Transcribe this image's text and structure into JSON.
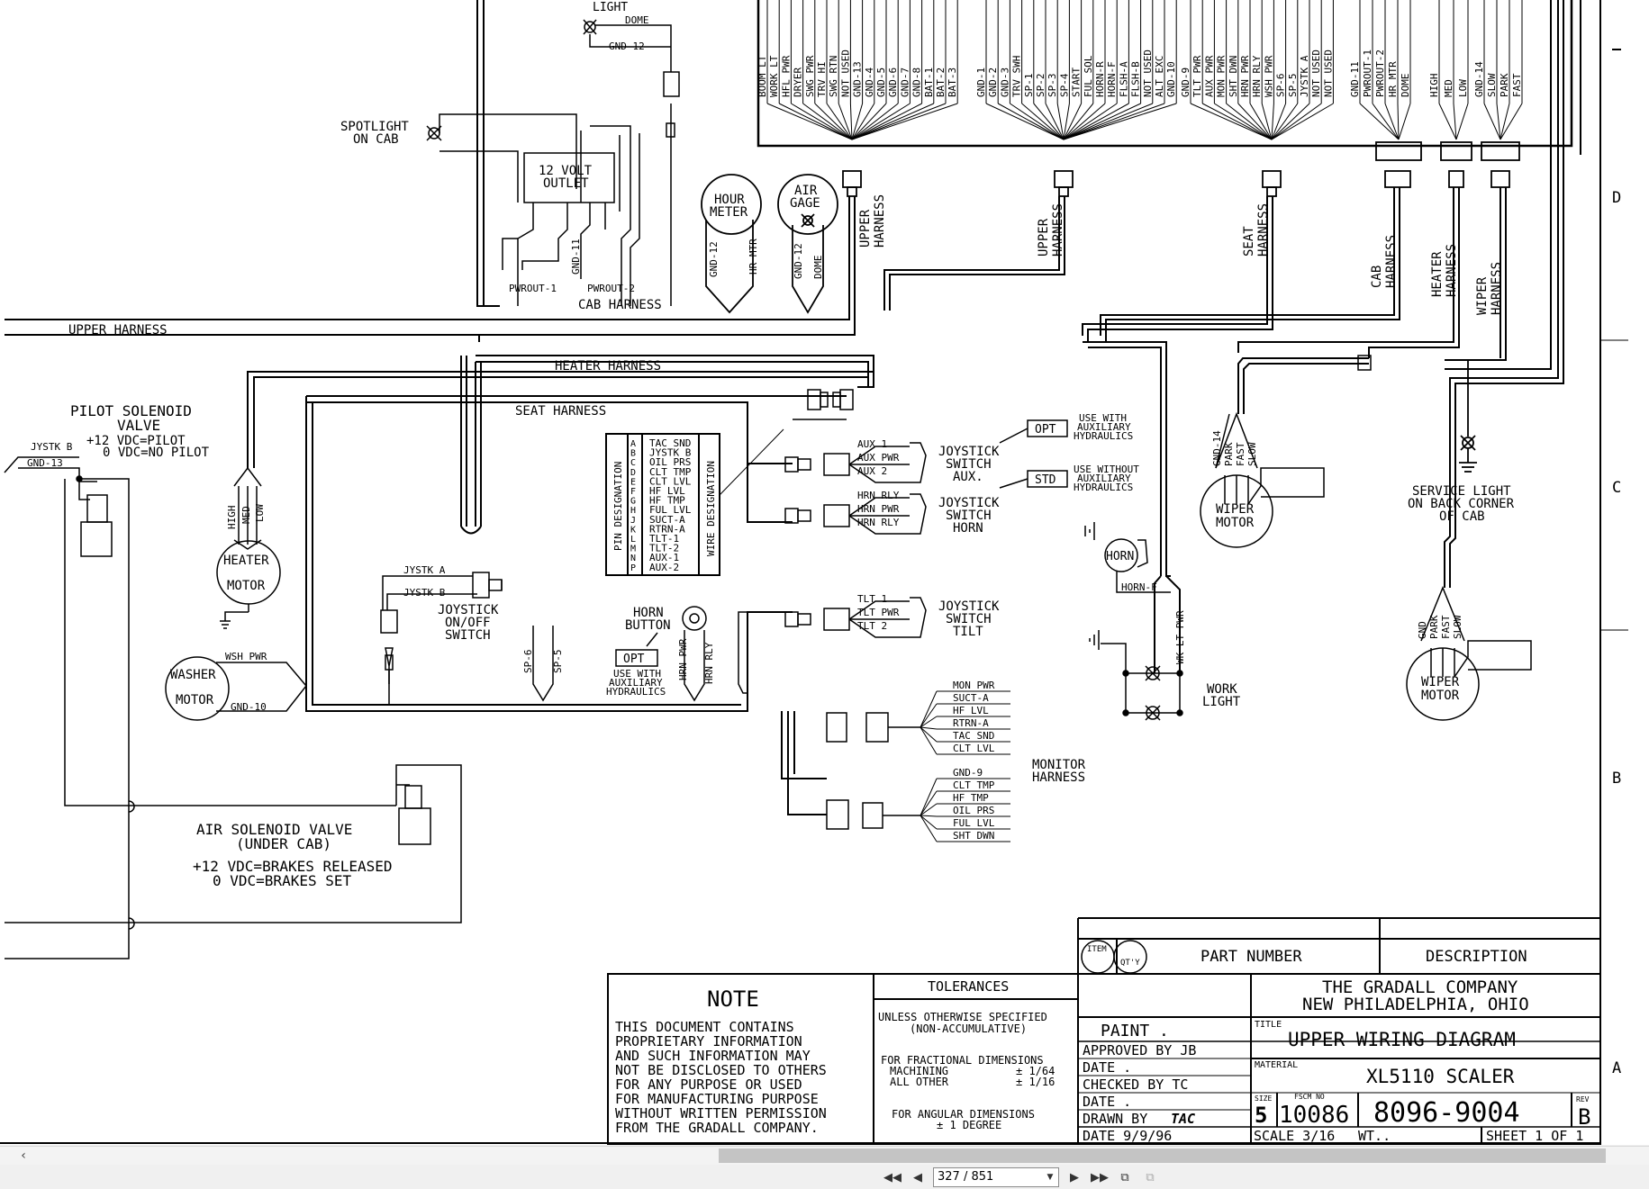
{
  "top_labels": {
    "light": "LIGHT",
    "dome": "DOME",
    "gnd12": "GND-12"
  },
  "cab_items": {
    "spotlight": [
      "SPOTLIGHT",
      "ON CAB"
    ],
    "outlet": [
      "12 VOLT",
      "OUTLET"
    ],
    "pwrout1": "PWROUT-1",
    "pwrout2": "PWROUT-2",
    "gnd11": "GND-11",
    "cab_harness": "CAB HARNESS",
    "hour_meter": [
      "HOUR",
      "METER"
    ],
    "hm_gnd": "GND-12",
    "hm_mtr": "HR MTR",
    "air_gage": [
      "AIR",
      "GAGE"
    ],
    "ag_gnd": "GND-12",
    "ag_dome": "DOME"
  },
  "connector_wires": {
    "c1": [
      "BOOM LT",
      "WORK LT",
      "HFL PWR",
      "DRYER",
      "SWG PWR",
      "TRV HI",
      "SWG RTN",
      "NOT USED",
      "GND-13",
      "GND-4",
      "GND-5",
      "GND-6",
      "GND-7",
      "GND-8",
      "BAT-1",
      "BAT-2",
      "BAT-3"
    ],
    "c2": [
      "GND-1",
      "GND-2",
      "GND-3",
      "TRV SWH",
      "SP-1",
      "SP-2",
      "SP-3",
      "SP-4",
      "START",
      "FUL SOL",
      "HORN-R",
      "HORN-F",
      "FLSH-A",
      "FLSH-B",
      "NOT USED",
      "ALT EXC",
      "GND-10"
    ],
    "c3": [
      "GND-9",
      "TLT PWR",
      "AUX PWR",
      "MON PWR",
      "SHT DWN",
      "HRN PWR",
      "HRN RLY",
      "WSH PWR",
      "SP-6",
      "SP-5",
      "JYSTK A",
      "NOT USED",
      "NOT USED"
    ],
    "c4": [
      "GND-11",
      "PWROUT-1",
      "PWROUT-2",
      "HR MTR",
      "DOME"
    ],
    "c5": [
      "HIGH",
      "MED",
      "LOW"
    ],
    "c6": [
      "GND-14",
      "SLOW",
      "PARK",
      "FAST"
    ]
  },
  "harness_labels": {
    "upper1": [
      "UPPER",
      "HARNESS"
    ],
    "upper2": [
      "UPPER",
      "HARNESS"
    ],
    "seat": [
      "SEAT",
      "HARNESS"
    ],
    "cab": [
      "CAB",
      "HARNESS"
    ],
    "heater": [
      "HEATER",
      "HARNESS"
    ],
    "wiper": [
      "WIPER",
      "HARNESS"
    ],
    "upper_h": "UPPER HARNESS",
    "heater_h": "HEATER HARNESS",
    "seat_h": "SEAT HARNESS"
  },
  "zones": [
    "D",
    "C",
    "B",
    "A"
  ],
  "pilot": [
    "PILOT SOLENOID",
    "VALVE",
    "+12 VDC=PILOT",
    "0 VDC=NO PILOT"
  ],
  "pilot_wires": {
    "jystk_b": "JYSTK B",
    "gnd13": "GND-13"
  },
  "heater_motor": {
    "title": [
      "HEATER",
      "MOTOR"
    ],
    "wires": [
      "HIGH",
      "MED",
      "LOW"
    ]
  },
  "washer_motor": {
    "title": [
      "WASHER",
      "MOTOR"
    ],
    "wsh_pwr": "WSH PWR",
    "gnd10": "GND-10"
  },
  "joystick_switch": {
    "jystk_a": "JYSTK A",
    "jystk_b": "JYSTK B",
    "label": [
      "JOYSTICK",
      "ON/OFF",
      "SWITCH"
    ]
  },
  "sp_wires": [
    "SP-6",
    "SP-5"
  ],
  "pin_table": {
    "left_label": "PIN DESIGNATION",
    "right_label": "WIRE DESIGNATION",
    "pins": [
      "A",
      "B",
      "C",
      "D",
      "E",
      "F",
      "G",
      "H",
      "J",
      "K",
      "L",
      "M",
      "N",
      "P"
    ],
    "wires": [
      "TAC SND",
      "JYSTK B",
      "OIL PRS",
      "CLT TMP",
      "CLT LVL",
      "HF LVL",
      "HF TMP",
      "FUL LVL",
      "SUCT-A",
      "RTRN-A",
      "TLT-1",
      "TLT-2",
      "AUX-1",
      "AUX-2"
    ]
  },
  "horn_button": {
    "label": [
      "HORN",
      "BUTTON"
    ],
    "opt": "OPT",
    "note": [
      "USE WITH",
      "AUXILIARY",
      "HYDRAULICS"
    ],
    "w1": "HRN PWR",
    "w2": "HRN RLY"
  },
  "joystick_aux": {
    "wires": [
      "AUX 1",
      "AUX PWR",
      "AUX 2"
    ],
    "label": [
      "JOYSTICK",
      "SWITCH",
      "AUX."
    ]
  },
  "joystick_horn": {
    "wires": [
      "HRN RLY",
      "HRN PWR",
      "HRN RLY"
    ],
    "label": [
      "JOYSTICK",
      "SWITCH",
      "HORN"
    ]
  },
  "joystick_tilt": {
    "wires": [
      "TLT 1",
      "TLT PWR",
      "TLT 2"
    ],
    "label": [
      "JOYSTICK",
      "SWITCH",
      "TILT"
    ]
  },
  "opt_box": {
    "tag": "OPT",
    "note": [
      "USE WITH",
      "AUXILIARY",
      "HYDRAULICS"
    ]
  },
  "std_box": {
    "tag": "STD",
    "note": [
      "USE WITHOUT",
      "AUXILIARY",
      "HYDRAULICS"
    ]
  },
  "horn": {
    "label": "HORN",
    "wire": "HORN-F"
  },
  "work_light": {
    "wire": "WK LT PWR",
    "label": [
      "WORK",
      "LIGHT"
    ]
  },
  "monitor": {
    "wires1": [
      "MON PWR",
      "SUCT-A",
      "HF LVL",
      "RTRN-A",
      "TAC SND",
      "CLT LVL"
    ],
    "wires2": [
      "GND-9",
      "CLT TMP",
      "HF TMP",
      "OIL PRS",
      "FUL LVL",
      "SHT DWN"
    ],
    "label": [
      "MONITOR",
      "HARNESS"
    ]
  },
  "wiper1": {
    "wires": [
      "GND-14",
      "PARK",
      "FAST",
      "SLOW"
    ],
    "label": [
      "WIPER",
      "MOTOR"
    ]
  },
  "wiper2": {
    "wires": [
      "GND",
      "PARK",
      "FAST",
      "SLOW"
    ],
    "label": [
      "WIPER",
      "MOTOR"
    ]
  },
  "service_light": [
    "SERVICE LIGHT",
    "ON BACK CORNER",
    "OF CAB"
  ],
  "air_solenoid": [
    "AIR SOLENOID VALVE",
    "(UNDER CAB)",
    "+12 VDC=BRAKES RELEASED",
    "0 VDC=BRAKES SET"
  ],
  "title_block": {
    "note_title": "NOTE",
    "note_lines": [
      "THIS DOCUMENT CONTAINS",
      "PROPRIETARY INFORMATION",
      "AND SUCH INFORMATION MAY",
      "NOT BE DISCLOSED TO OTHERS",
      "FOR ANY PURPOSE OR USED",
      "FOR MANUFACTURING PURPOSE",
      "WITHOUT WRITTEN PERMISSION",
      "FROM THE GRADALL COMPANY."
    ],
    "tolerances": "TOLERANCES",
    "tol_lines": [
      "UNLESS OTHERWISE SPECIFIED",
      "(NON-ACCUMULATIVE)"
    ],
    "frac_lines": [
      "FOR FRACTIONAL DIMENSIONS",
      "MACHINING",
      "ALL OTHER"
    ],
    "frac_vals": [
      "± 1/64",
      "± 1/16"
    ],
    "ang_lines": [
      "FOR ANGULAR DIMENSIONS",
      "± 1 DEGREE"
    ],
    "item": "ITEM",
    "qty": "QT'Y",
    "part_number": "PART NUMBER",
    "description": "DESCRIPTION",
    "company": [
      "THE GRADALL COMPANY",
      "NEW PHILADELPHIA, OHIO"
    ],
    "paint": "PAINT .",
    "approved": "APPROVED BY JB",
    "date1": "DATE .",
    "checked": "CHECKED BY TC",
    "date2": "DATE .",
    "drawn": "DRAWN BY",
    "drawn_sig": "TAC",
    "date3": "DATE 9/9/96",
    "title_lbl": "TITLE",
    "title": "UPPER WIRING DIAGRAM",
    "material_lbl": "MATERIAL",
    "material": "XL5110 SCALER",
    "size_lbl": "SIZE",
    "size": "5",
    "fscm_lbl": "FSCM NO",
    "fscm": "10086",
    "dwg_no": "8096-9004",
    "rev_lbl": "REV",
    "rev": "B",
    "scale": "SCALE 3/16",
    "wt": "WT..",
    "sheet": "SHEET 1 OF 1"
  },
  "viewer": {
    "page": "327 / 851"
  }
}
